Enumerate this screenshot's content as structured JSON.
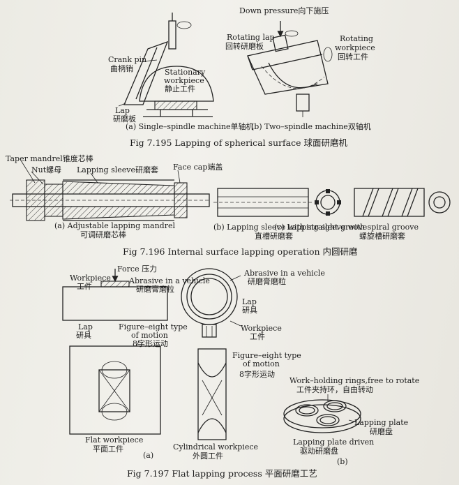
{
  "fig195": {
    "crank_pin": "Crank pin",
    "crank_pin_cn": "曲柄销",
    "stationary": "Stationary",
    "workpiece": "workpiece",
    "static_cn": "静止工件",
    "lap": "Lap",
    "lap_cn": "研磨板",
    "sub_a": "(a) Single–spindle  machine单轴机",
    "down_pressure": "Down pressure向下施压",
    "rotating_lap": "Rotating lap",
    "rotating_lap_cn": "回转研磨板",
    "rotating": "Rotating",
    "workpiece2": "workpiece",
    "rot_work_cn": "回转工件",
    "sub_b": "(b) Two–spindle machine双轴机",
    "caption": "Fig 7.195    Lapping of spherical surface    球面研磨机"
  },
  "fig196": {
    "taper_mandrel": "Taper mandrel锥度芯棒",
    "nut": "Nut螺母",
    "lapping_sleeve": "Lapping sleeve研磨套",
    "face_cap": "Face cap端盖",
    "sub_a": "(a) Adjustable lapping mandrel",
    "sub_a_cn": "可调研磨芯棒",
    "sub_b": "(b) Lapping sleeve with straight groove",
    "sub_b_cn": "直槽研磨套",
    "sub_c": "(c) Lapping sleeve with spiral groove",
    "sub_c_cn": "螺旋槽研磨套",
    "caption": "Fig 7.196    Internal surface lapping operation    内圆研磨"
  },
  "fig197": {
    "force": "Force 压力",
    "workpiece": "Workpiece",
    "workpiece_cn": "工件",
    "abrasive_vehicle": "Abrasive in a vehicle",
    "abrasive_cn": "研磨膏磨粒",
    "lap": "Lap",
    "lap_cn": "研具",
    "fig_eight": "Figure–eight type",
    "of_motion": "of motion",
    "fig_eight_cn": "8字形运动",
    "flat_workpiece": "Flat workpiece",
    "flat_workpiece_cn": "平面工件",
    "sub_a": "(a)",
    "abrasive_vehicle2": "Abrasive in a vehicle",
    "abrasive_cn2": "研磨膏磨粒",
    "lap2": "Lap",
    "lap2_cn": "研具",
    "workpiece2": "Workpiece",
    "workpiece2_cn": "工件",
    "fig_eight2": "Figure–eight type",
    "of_motion2": "of motion",
    "fig_eight2_cn": "8字形运动",
    "cyl_workpiece": "Cylindrical workpiece",
    "cyl_workpiece_cn": "外圆工件",
    "work_holding": "Work–holding rings,free to rotate",
    "work_holding_cn": "工件夹持环，自由转动",
    "lapping_plate": "Lapping plate",
    "lapping_plate_cn": "研磨盘",
    "plate_driven": "Lapping plate driven",
    "plate_driven_cn": "驱动研磨盘",
    "sub_b": "(b)",
    "caption": "Fig 7.197    Flat lapping process    平面研磨工艺"
  }
}
